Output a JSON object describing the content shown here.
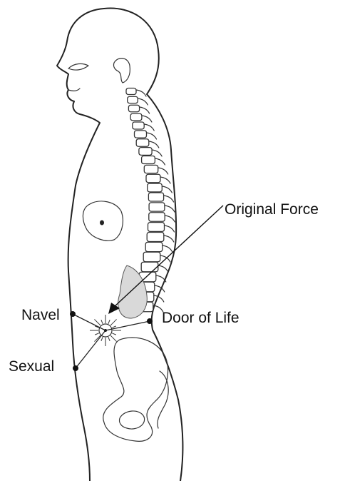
{
  "labels": {
    "original_force": "Original Force",
    "navel": "Navel",
    "door_of_life": "Door of Life",
    "sexual": "Sexual"
  },
  "colors": {
    "line": "#222222",
    "shade": "#d9d9d9",
    "point": "#111111"
  }
}
